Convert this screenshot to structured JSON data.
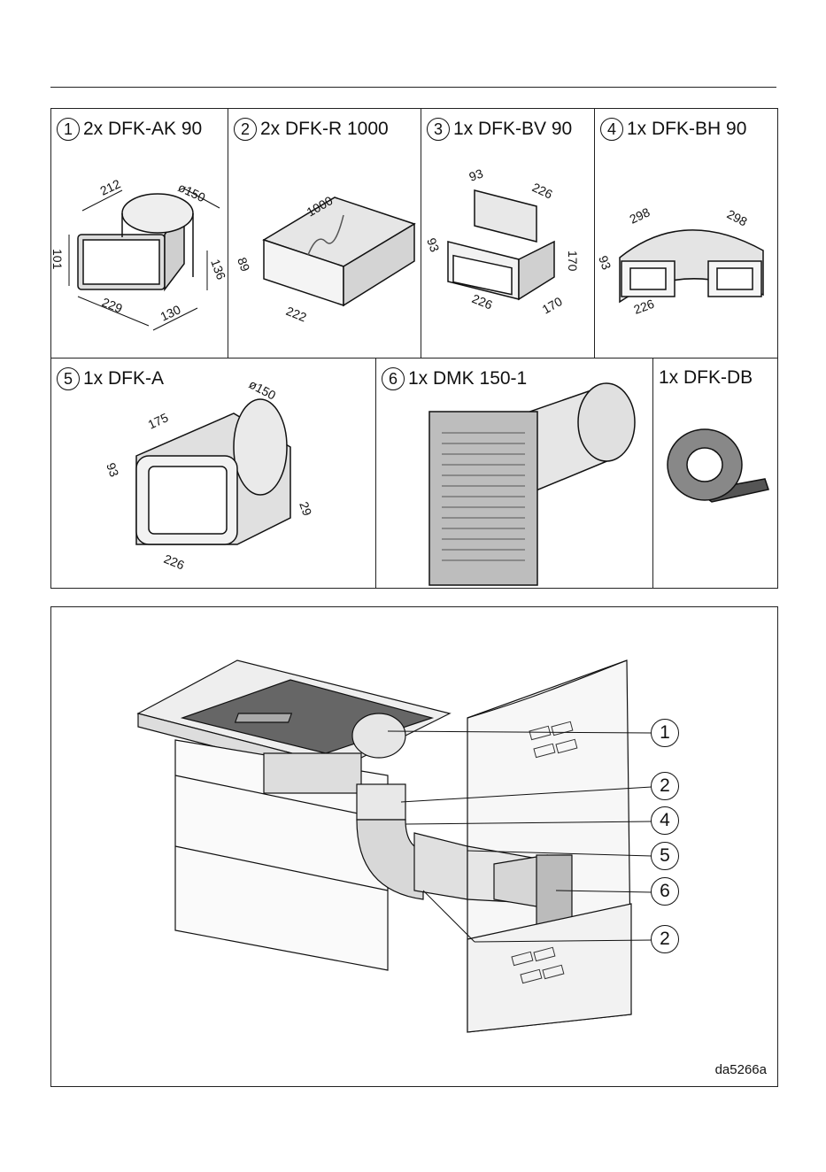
{
  "parts": [
    {
      "num": "1",
      "label": "2x DFK-AK 90",
      "dims": [
        "212",
        "ø150",
        "101",
        "136",
        "229",
        "130"
      ]
    },
    {
      "num": "2",
      "label": "2x DFK-R 1000",
      "dims": [
        "1000",
        "89",
        "222"
      ]
    },
    {
      "num": "3",
      "label": "1x DFK-BV 90",
      "dims": [
        "93",
        "226",
        "93",
        "170",
        "226",
        "170"
      ]
    },
    {
      "num": "4",
      "label": "1x DFK-BH 90",
      "dims": [
        "298",
        "298",
        "93",
        "226"
      ]
    },
    {
      "num": "5",
      "label": "1x DFK-A",
      "dims": [
        "175",
        "ø150",
        "93",
        "29",
        "226"
      ]
    },
    {
      "num": "6",
      "label": "1x DMK 150-1",
      "dims": []
    },
    {
      "num": "",
      "label": "1x DFK-DB",
      "dims": []
    }
  ],
  "callouts": [
    "1",
    "2",
    "4",
    "5",
    "6",
    "2"
  ],
  "figure_id": "da5266a"
}
